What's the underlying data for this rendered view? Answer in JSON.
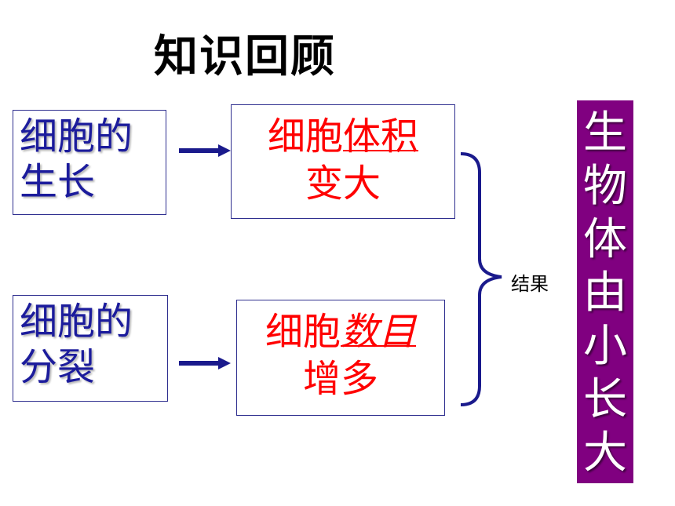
{
  "title": "知识回顾",
  "rows": [
    {
      "left_lines": [
        "细胞的",
        "生长"
      ],
      "mid_line1_plain": "细胞",
      "mid_line1_emph": "体积",
      "mid_line2": "变大"
    },
    {
      "left_lines": [
        "细胞的",
        "分裂"
      ],
      "mid_line1_plain": "细胞",
      "mid_line1_emph": "数目",
      "mid_line2": "增多"
    }
  ],
  "result_label": "结果",
  "conclusion_chars": [
    "生",
    "物",
    "体",
    "由",
    "小",
    "长",
    "大"
  ],
  "colors": {
    "box_text_blue": "#1c1c9c",
    "box_text_red": "#ff0000",
    "arrow": "#1a1a8c",
    "conclusion_bg": "#800080",
    "conclusion_text": "#ffffff"
  }
}
